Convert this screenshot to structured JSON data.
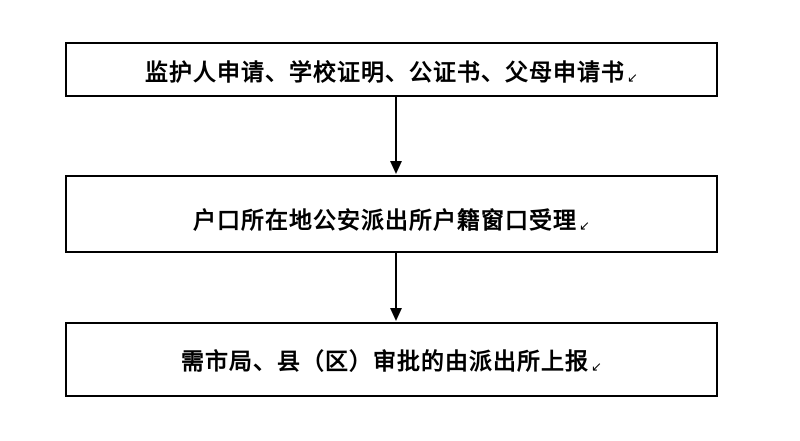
{
  "diagram": {
    "type": "flowchart",
    "direction": "top-down",
    "return_mark": "↙",
    "boxes": [
      {
        "label": "监护人申请、学校证明、公证书、父母申请书"
      },
      {
        "label": "户口所在地公安派出所户籍窗口受理"
      },
      {
        "label": "需市局、县（区）审批的由派出所上报"
      }
    ],
    "connectors": [
      {
        "from": 0,
        "to": 1,
        "style": "arrow-down"
      },
      {
        "from": 1,
        "to": 2,
        "style": "arrow-down"
      }
    ],
    "colors": {
      "background": "#ffffff",
      "border": "#000000",
      "text": "#000000"
    }
  }
}
